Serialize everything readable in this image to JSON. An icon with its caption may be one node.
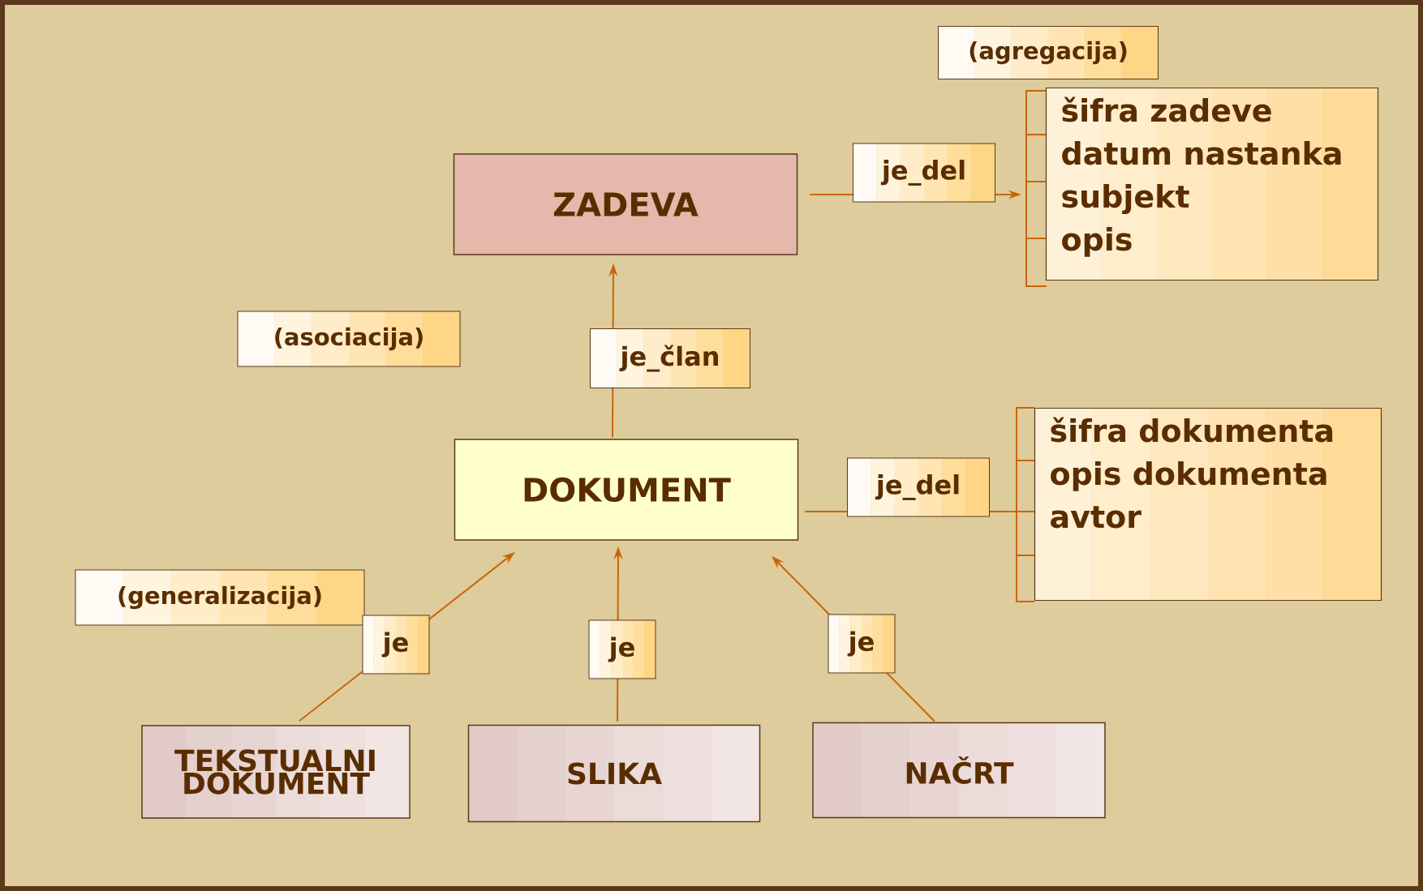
{
  "diagram": {
    "nodes": [
      {
        "text": [
          "ZADEVA"
        ]
      },
      {
        "text": [
          "šifra zadeve",
          "datum nastanka",
          "subjekt",
          "opis"
        ]
      },
      {
        "text": [
          "DOKUMENT"
        ]
      },
      {
        "text": [
          "šifra dokumenta",
          "opis dokumenta",
          "avtor"
        ]
      },
      {
        "text": [
          "TEKSTUALNI DOKUMENT"
        ]
      },
      {
        "text": [
          "SLIKA"
        ]
      },
      {
        "text": [
          "NAČRT"
        ]
      },
      {
        "text": [
          "(agregacija)"
        ]
      },
      {
        "text": [
          "(asociacija)"
        ]
      },
      {
        "text": [
          "(generalizacija)"
        ]
      }
    ],
    "edges": [
      {
        "from": 2,
        "to": 0,
        "arrow": "to",
        "label": "je_član"
      },
      {
        "from": 0,
        "to": 1,
        "arrow": "to",
        "label": "je_del"
      },
      {
        "from": 2,
        "to": 3,
        "arrow": "none",
        "label": "je_del"
      },
      {
        "from": 4,
        "to": 2,
        "arrow": "to",
        "label": "je"
      },
      {
        "from": 5,
        "to": 2,
        "arrow": "to",
        "label": "je"
      },
      {
        "from": 6,
        "to": 2,
        "arrow": "to",
        "label": "je"
      }
    ]
  }
}
